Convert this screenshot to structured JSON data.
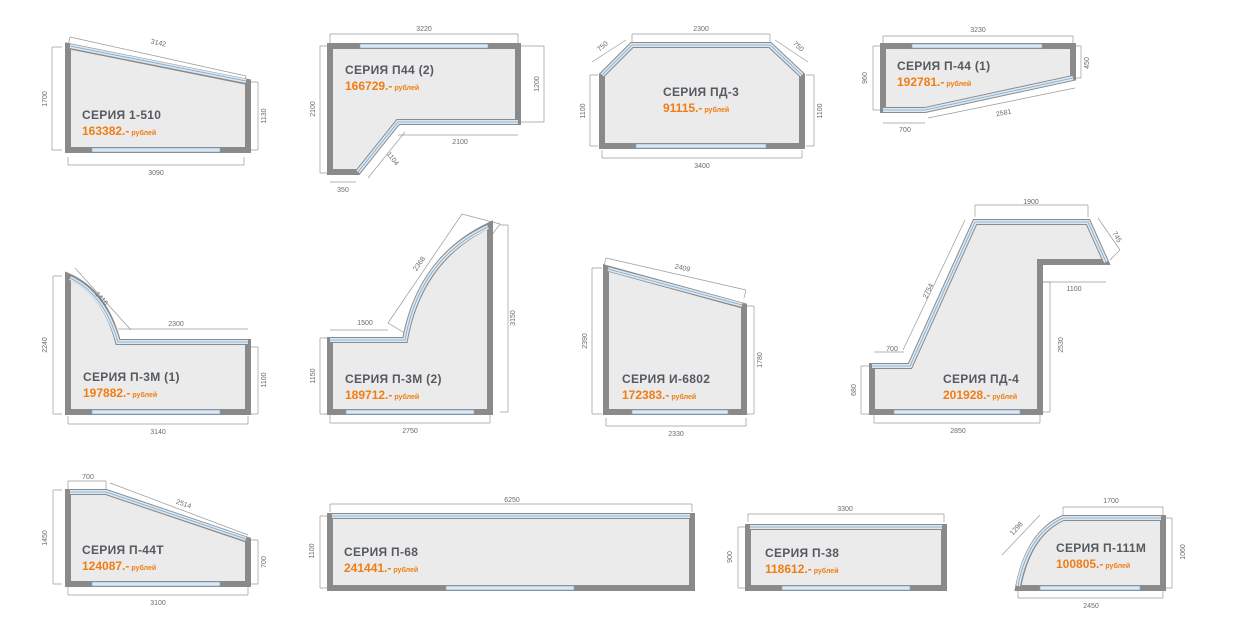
{
  "colors": {
    "fill": "#ebebeb",
    "frame": "#8a8a8a",
    "glass": "#dbe8f3",
    "glass_edge": "#7fa6c6",
    "dim": "#6b6b6b",
    "title": "#555a60",
    "price": "#f07d14"
  },
  "currency_label": "рублей",
  "balconies": [
    {
      "title": "СЕРИЯ  1-510",
      "price": "163382.-",
      "dims": [
        "3142",
        "1700",
        "1130",
        "3090"
      ]
    },
    {
      "title": "СЕРИЯ  П44 (2)",
      "price": "166729.-",
      "dims": [
        "3220",
        "2100",
        "1200",
        "2100",
        "1104",
        "350"
      ]
    },
    {
      "title": "СЕРИЯ  ПД-3",
      "price": "91115.-",
      "dims": [
        "2300",
        "750",
        "750",
        "1100",
        "1100",
        "3400"
      ]
    },
    {
      "title": "СЕРИЯ  П-44 (1)",
      "price": "192781.-",
      "dims": [
        "3230",
        "960",
        "450",
        "700",
        "2581"
      ]
    },
    {
      "title": "СЕРИЯ  П-3М (1)",
      "price": "197882.-",
      "dims": [
        "1416",
        "2300",
        "2240",
        "1100",
        "3140"
      ]
    },
    {
      "title": "СЕРИЯ  П-3М (2)",
      "price": "189712.-",
      "dims": [
        "2368",
        "3150",
        "1500",
        "1150",
        "2750"
      ]
    },
    {
      "title": "СЕРИЯ  И-6802",
      "price": "172383.-",
      "dims": [
        "2409",
        "2390",
        "1780",
        "2330"
      ]
    },
    {
      "title": "СЕРИЯ  ПД-4",
      "price": "201928.-",
      "dims": [
        "1900",
        "745",
        "2754",
        "1100",
        "2530",
        "700",
        "680",
        "2850"
      ]
    },
    {
      "title": "СЕРИЯ  П-44Т",
      "price": "124087.-",
      "dims": [
        "700",
        "2514",
        "1450",
        "700",
        "3100"
      ]
    },
    {
      "title": "СЕРИЯ  П-68",
      "price": "241441.-",
      "dims": [
        "6250",
        "1100"
      ]
    },
    {
      "title": "СЕРИЯ  П-38",
      "price": "118612.-",
      "dims": [
        "3300",
        "900"
      ]
    },
    {
      "title": "СЕРИЯ  П-111М",
      "price": "100805.-",
      "dims": [
        "1700",
        "1298",
        "1060",
        "2450"
      ]
    }
  ]
}
